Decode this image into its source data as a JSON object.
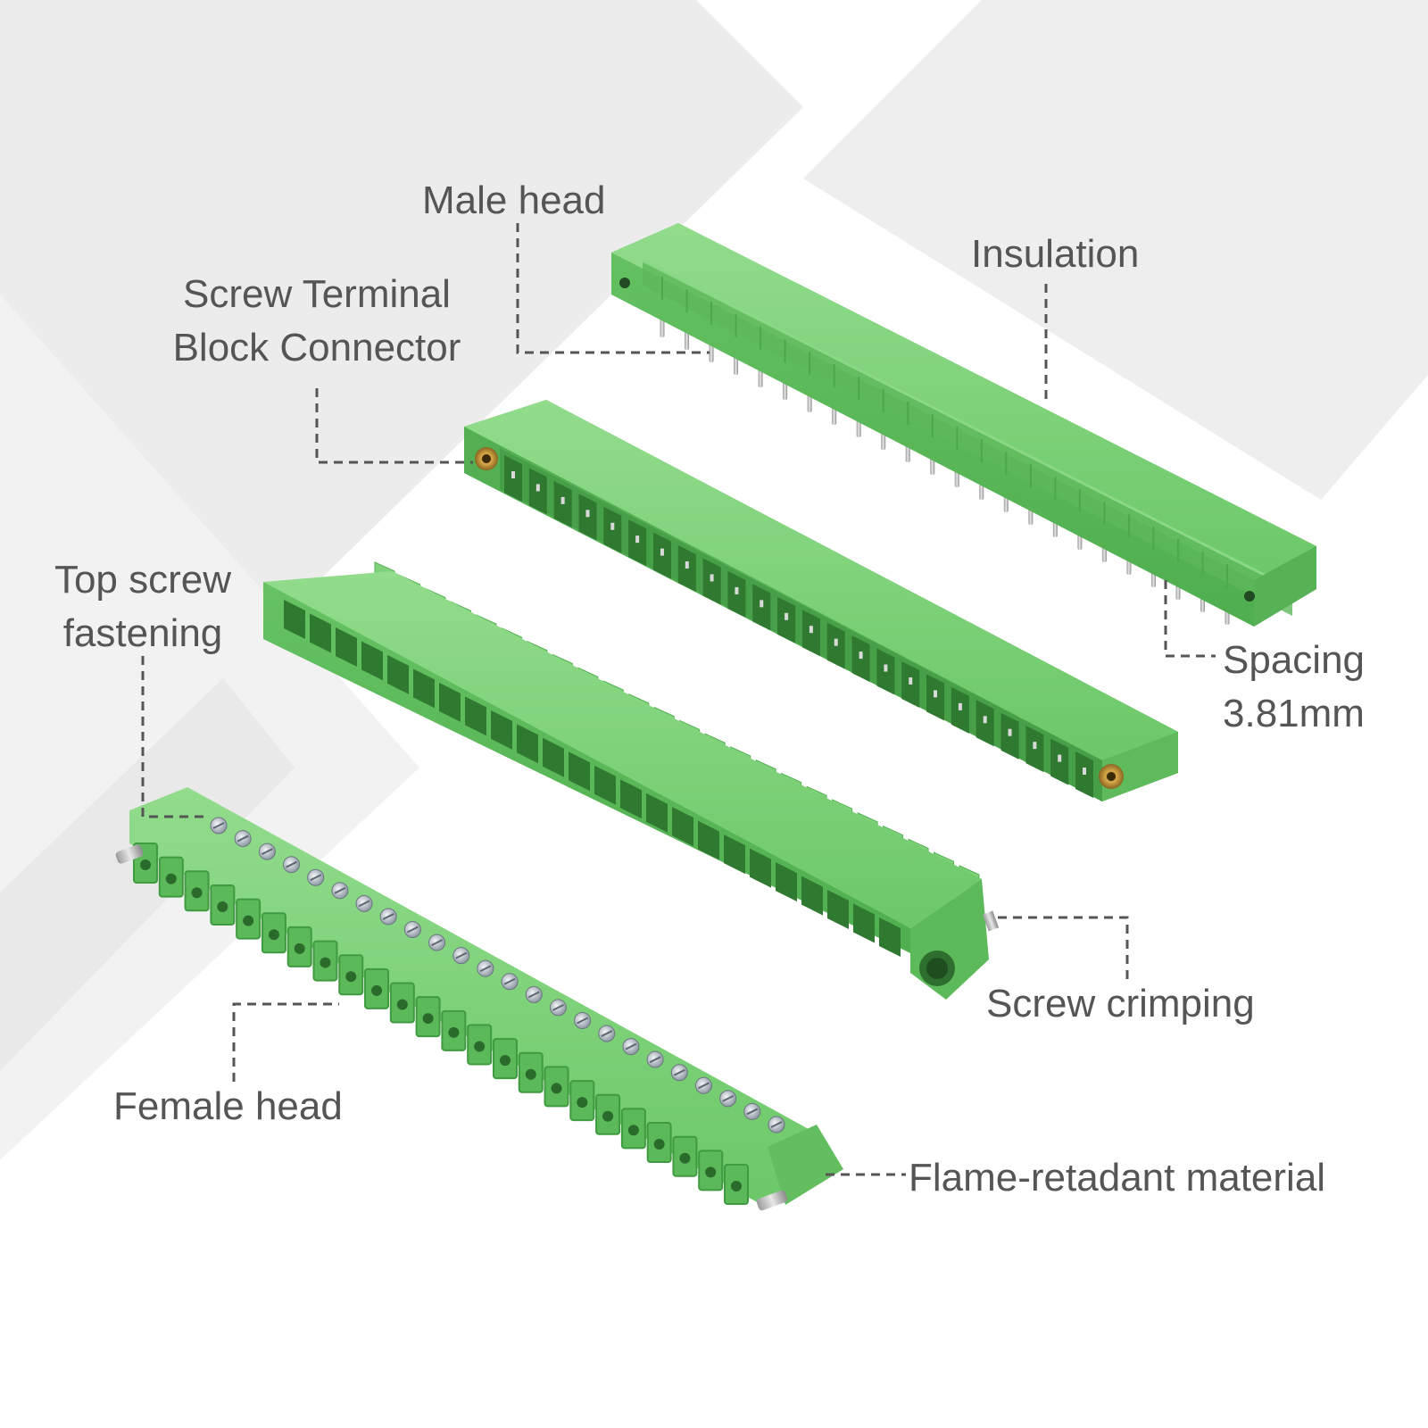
{
  "colors": {
    "green": "#6cc868",
    "green_light": "#8ed888",
    "green_dark": "#3f9a40",
    "label_text": "#555555",
    "dash_line": "#555555",
    "background_tint": "#ededed"
  },
  "labels": {
    "male_head": "Male head",
    "insulation": "Insulation",
    "screw_terminal_line1": "Screw Terminal",
    "screw_terminal_line2": "Block Connector",
    "top_screw_line1": "Top screw",
    "top_screw_line2": "fastening",
    "spacing_line1": "Spacing",
    "spacing_line2": "3.81mm",
    "screw_crimping": "Screw crimping",
    "female_head": "Female head",
    "flame_retardant": "Flame-retadant material"
  },
  "product": {
    "pin_count": 24
  }
}
